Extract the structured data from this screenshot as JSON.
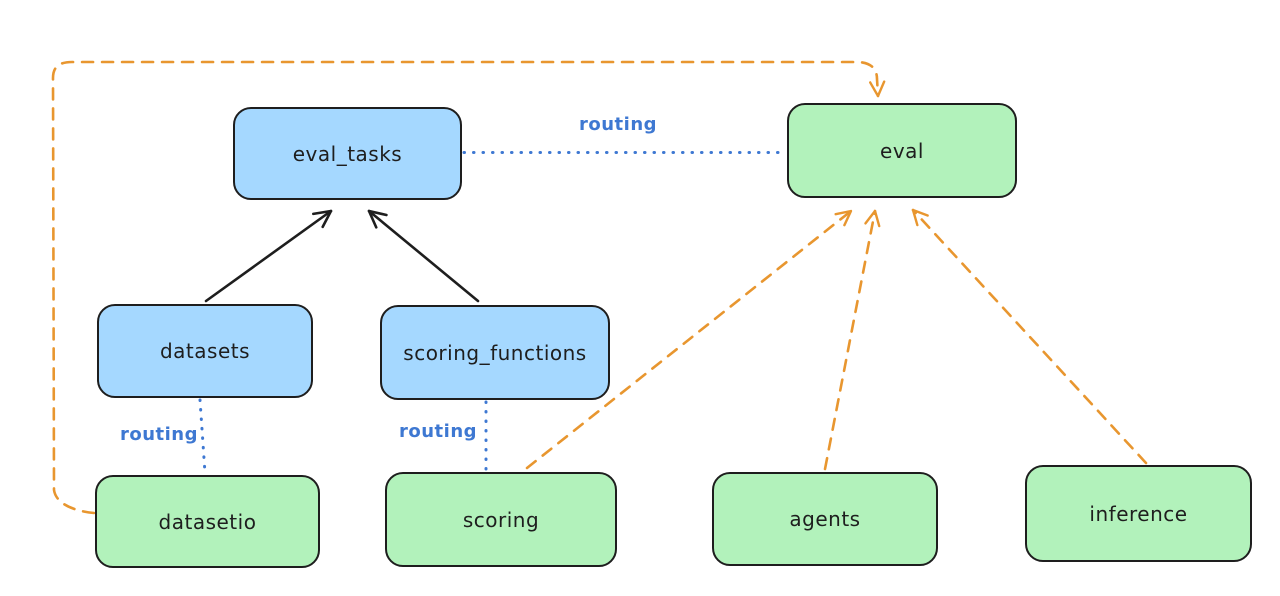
{
  "diagram_title": "",
  "colors": {
    "background": "#ffffff",
    "node_blue_fill": "#a5d8ff",
    "node_green_fill": "#b2f2bb",
    "node_border": "#1e1e1e",
    "solid_arrow": "#1e1e1e",
    "routing_blue": "#3e78d2",
    "dashed_orange": "#e8962f"
  },
  "nodes": {
    "eval_tasks": {
      "label": "eval_tasks",
      "fill": "#a5d8ff"
    },
    "eval": {
      "label": "eval",
      "fill": "#b2f2bb"
    },
    "datasets": {
      "label": "datasets",
      "fill": "#a5d8ff"
    },
    "scoring_functions": {
      "label": "scoring_functions",
      "fill": "#a5d8ff"
    },
    "datasetio": {
      "label": "datasetio",
      "fill": "#b2f2bb"
    },
    "scoring": {
      "label": "scoring",
      "fill": "#b2f2bb"
    },
    "agents": {
      "label": "agents",
      "fill": "#b2f2bb"
    },
    "inference": {
      "label": "inference",
      "fill": "#b2f2bb"
    }
  },
  "edge_labels": {
    "eval_tasks_eval": "routing",
    "datasets_datasetio": "routing",
    "scoring_functions_scoring": "routing"
  },
  "edges": [
    {
      "from": "datasets",
      "to": "eval_tasks",
      "style": "solid",
      "color": "#1e1e1e",
      "arrowhead": true
    },
    {
      "from": "scoring_functions",
      "to": "eval_tasks",
      "style": "solid",
      "color": "#1e1e1e",
      "arrowhead": true
    },
    {
      "from": "eval_tasks",
      "to": "eval",
      "style": "dotted",
      "color": "#3e78d2",
      "arrowhead": false,
      "label": "routing"
    },
    {
      "from": "datasets",
      "to": "datasetio",
      "style": "dotted",
      "color": "#3e78d2",
      "arrowhead": false,
      "label": "routing"
    },
    {
      "from": "scoring_functions",
      "to": "scoring",
      "style": "dotted",
      "color": "#3e78d2",
      "arrowhead": false,
      "label": "routing"
    },
    {
      "from": "datasetio",
      "to": "eval",
      "style": "dashed",
      "color": "#e8962f",
      "arrowhead": true,
      "path": "around-left-and-top"
    },
    {
      "from": "scoring",
      "to": "eval",
      "style": "dashed",
      "color": "#e8962f",
      "arrowhead": true
    },
    {
      "from": "agents",
      "to": "eval",
      "style": "dashed",
      "color": "#e8962f",
      "arrowhead": true
    },
    {
      "from": "inference",
      "to": "eval",
      "style": "dashed",
      "color": "#e8962f",
      "arrowhead": true
    }
  ]
}
